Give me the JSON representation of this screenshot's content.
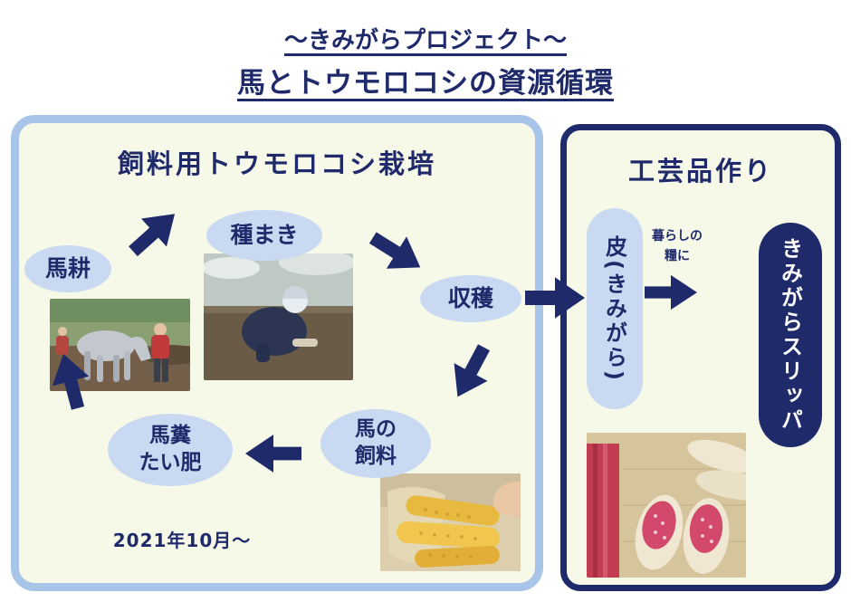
{
  "title": {
    "line1": "〜きみがらプロジェクト〜",
    "line2": "馬とトウモロコシの資源循環"
  },
  "left_panel": {
    "heading": "飼料用トウモロコシ栽培",
    "nodes": {
      "plowing": "馬耕",
      "seeding": "種まき",
      "harvest": "収穫",
      "feed_line1": "馬の",
      "feed_line2": "飼料",
      "compost_line1": "馬糞",
      "compost_line2": "たい肥"
    },
    "start_date": "2021年10月〜"
  },
  "right_panel": {
    "heading": "工芸品作り",
    "husk_label": "皮(きみがら)",
    "caption_line1": "暮らしの",
    "caption_line2": "糧に",
    "slipper_label": "きみがらスリッパ"
  },
  "colors": {
    "navy": "#1f2a6b",
    "node_fill": "#c9d9f2",
    "panel_bg": "#f6f9e8",
    "left_border": "#a8c4e8"
  }
}
